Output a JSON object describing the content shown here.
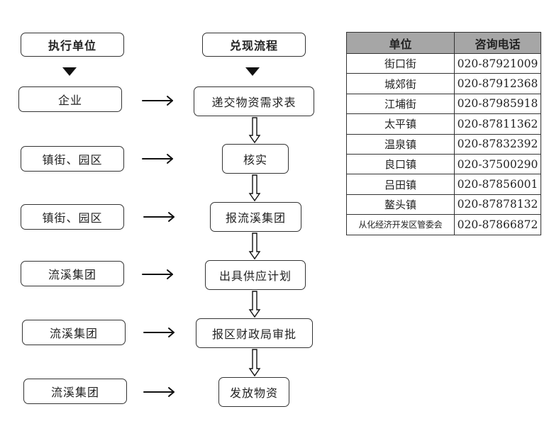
{
  "flow": {
    "left_header": "执行单位",
    "right_header": "兑现流程",
    "rows": [
      {
        "executor": "企业",
        "step": "递交物资需求表"
      },
      {
        "executor": "镇街、园区",
        "step": "核实"
      },
      {
        "executor": "镇街、园区",
        "step": "报流溪集团"
      },
      {
        "executor": "流溪集团",
        "step": "出具供应计划"
      },
      {
        "executor": "流溪集团",
        "step": "报区财政局审批"
      },
      {
        "executor": "流溪集团",
        "step": "发放物资"
      }
    ]
  },
  "contacts": {
    "headers": [
      "单位",
      "咨询电话"
    ],
    "rows": [
      {
        "unit": "街口街",
        "phone": "020-87921009"
      },
      {
        "unit": "城郊街",
        "phone": "020-87912368"
      },
      {
        "unit": "江埔街",
        "phone": "020-87985918"
      },
      {
        "unit": "太平镇",
        "phone": "020-87811362"
      },
      {
        "unit": "温泉镇",
        "phone": "020-87832392"
      },
      {
        "unit": "良口镇",
        "phone": "020-37500290"
      },
      {
        "unit": "吕田镇",
        "phone": "020-87856001"
      },
      {
        "unit": "鳌头镇",
        "phone": "020-87878132"
      },
      {
        "unit": "从化经济开发区管委会",
        "phone": "020-87866872"
      }
    ]
  }
}
